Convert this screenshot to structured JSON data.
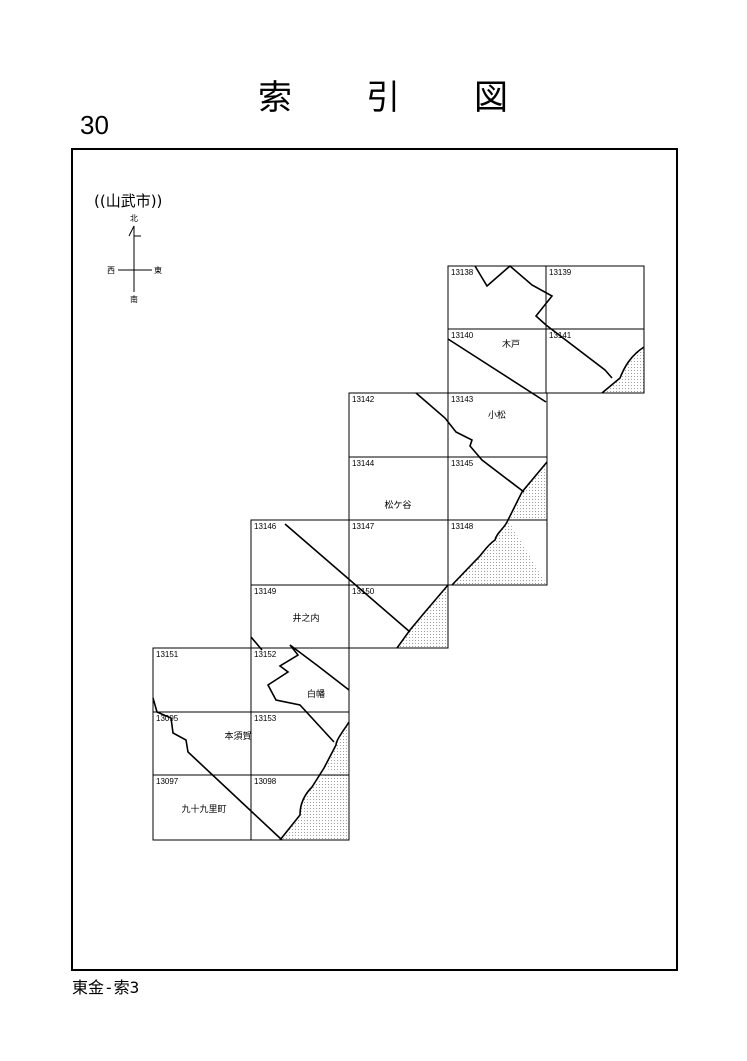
{
  "title_chars": [
    "索",
    "引",
    "図"
  ],
  "page_number": "30",
  "city": "((山武市))",
  "compass": {
    "north": "北",
    "south": "南",
    "east": "東",
    "west": "西"
  },
  "footer": "東金-索3",
  "tiles": [
    {
      "id": "13138"
    },
    {
      "id": "13139"
    },
    {
      "id": "13140"
    },
    {
      "id": "13141"
    },
    {
      "id": "13142"
    },
    {
      "id": "13143"
    },
    {
      "id": "13144"
    },
    {
      "id": "13145"
    },
    {
      "id": "13146"
    },
    {
      "id": "13147"
    },
    {
      "id": "13148"
    },
    {
      "id": "13149"
    },
    {
      "id": "13150"
    },
    {
      "id": "13151"
    },
    {
      "id": "13152"
    },
    {
      "id": "13095"
    },
    {
      "id": "13153"
    },
    {
      "id": "13097"
    },
    {
      "id": "13098"
    }
  ],
  "places": [
    "木戸",
    "小松",
    "松ケ谷",
    "井之内",
    "白幡",
    "本須賀",
    "九十九里町"
  ],
  "colors": {
    "sea_hatch": "#888888",
    "line": "#000000"
  }
}
